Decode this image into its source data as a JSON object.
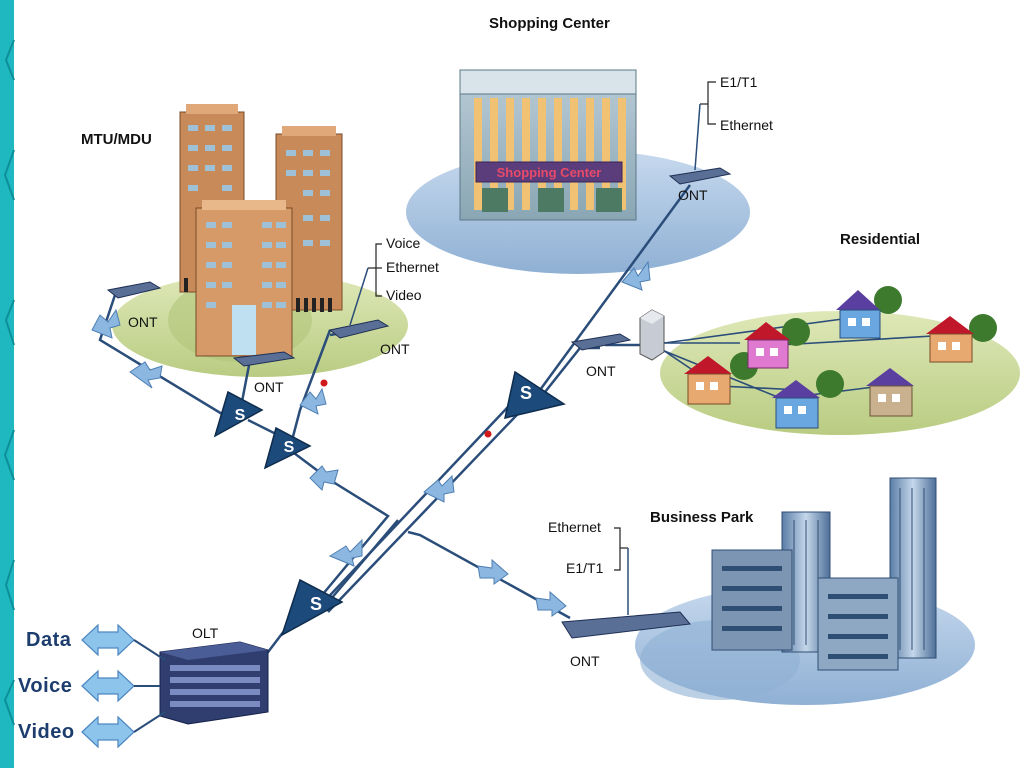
{
  "labels": {
    "shopping_center": "Shopping Center",
    "shopping_sign": "Shopping Center",
    "mtu_mdu": "MTU/MDU",
    "residential": "Residential",
    "business_park": "Business Park",
    "olt": "OLT",
    "ont": "ONT",
    "splitter": "S"
  },
  "mtu_services": [
    "Voice",
    "Ethernet",
    "Video"
  ],
  "shopping_services": [
    "E1/T1",
    "Ethernet"
  ],
  "business_services": [
    "Ethernet",
    "E1/T1"
  ],
  "olt_services": [
    "Data",
    "Voice",
    "Video"
  ],
  "colors": {
    "left_border": "#1fb8c0",
    "ellipse_green": "#c9d89a",
    "ellipse_blue": "#a9c3df",
    "fiber": "#2a4d7a",
    "arrow": "#8cb7e0",
    "splitter": "#1c4a7a",
    "building_brick": "#c98a5a"
  }
}
